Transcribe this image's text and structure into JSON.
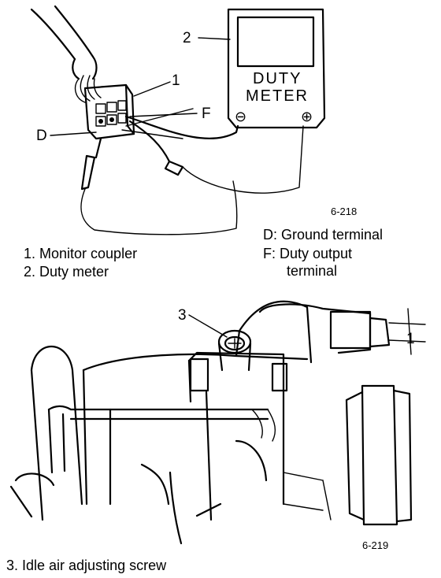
{
  "top_figure": {
    "meter": {
      "line1": "DUTY",
      "line2": "METER",
      "minus": "⊖",
      "plus": "⊕"
    },
    "callouts": {
      "c1": "1",
      "c2": "2",
      "D": "D",
      "F": "F"
    },
    "figure_number": "6-218",
    "legend_left": [
      "1.  Monitor coupler",
      "2.  Duty meter"
    ],
    "legend_right": [
      "D:  Ground terminal",
      "F:  Duty output",
      "terminal"
    ]
  },
  "bottom_figure": {
    "callouts": {
      "c3": "3",
      "c1b": "1"
    },
    "figure_number": "6-219",
    "caption": "3.  Idle air adjusting screw"
  }
}
